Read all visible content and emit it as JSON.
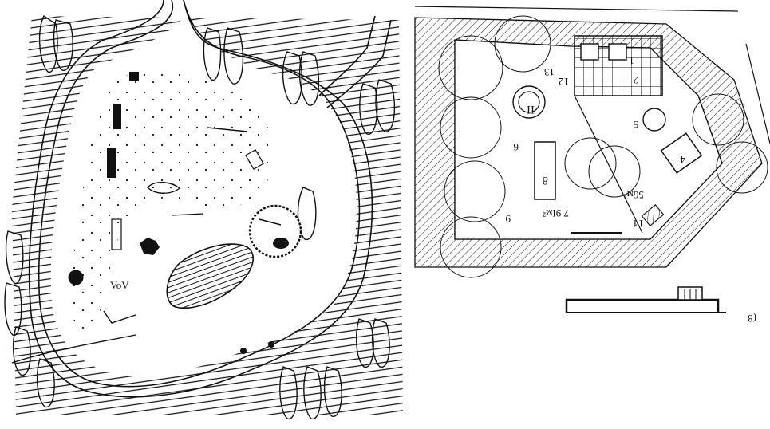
{
  "figure": {
    "panel_letter": "(8",
    "area_label": "56м²",
    "labels": {
      "n1": "1",
      "n2": "2",
      "n4": "4",
      "n5": "5",
      "n6": "6",
      "n7": "7 9Iм²",
      "n8": "8",
      "n9": "9",
      "n11": "II",
      "n12": "12",
      "n13": "13",
      "n14": "14"
    },
    "left_plan_text": "VoV"
  }
}
